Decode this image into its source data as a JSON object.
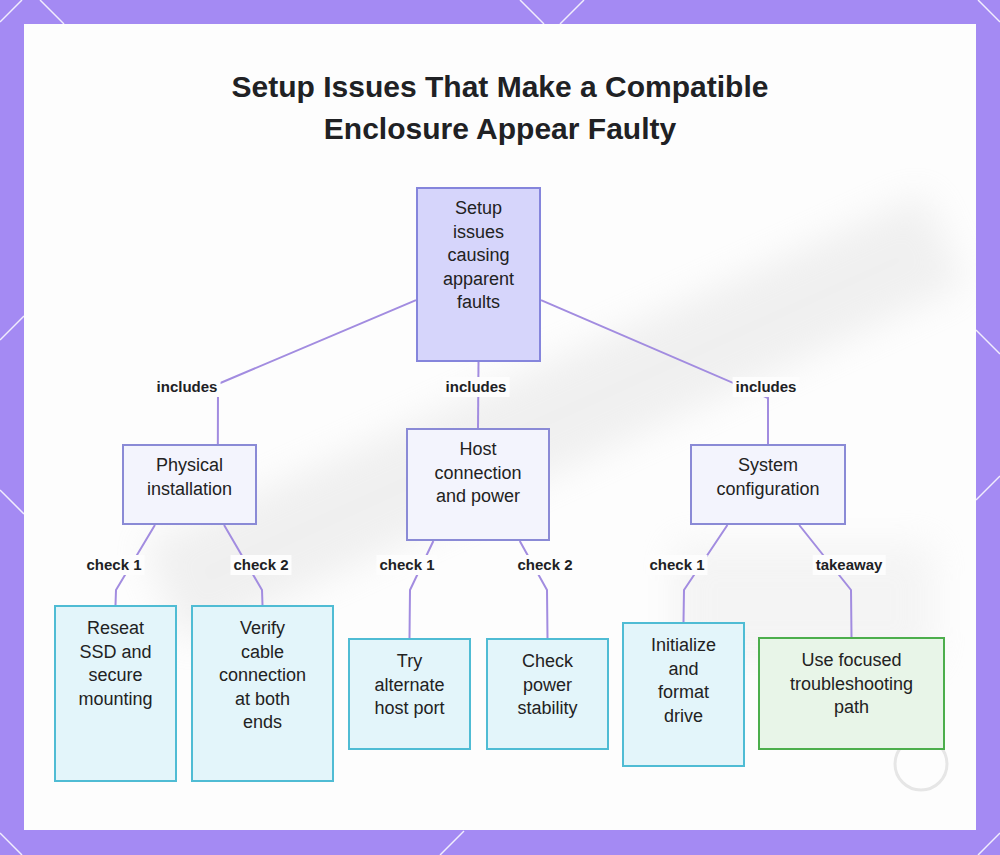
{
  "diagram": {
    "title": "Setup Issues That Make a Compatible Enclosure Appear Faulty",
    "nodes": [
      {
        "text": [
          "Setup issues causing apparent faults"
        ]
      },
      {
        "text": [
          "Physical installation"
        ]
      },
      {
        "text": [
          "Host connection and power"
        ]
      },
      {
        "text": [
          "System configuration"
        ]
      },
      {
        "text": [
          "Reseat SSD and secure mounting"
        ]
      },
      {
        "text": [
          "Verify cable connection at both ends"
        ]
      },
      {
        "text": [
          "Try alternate host port"
        ]
      },
      {
        "text": [
          "Check power stability"
        ]
      },
      {
        "text": [
          "Initialize and format drive"
        ]
      },
      {
        "text": [
          "Use focused troubleshooting path"
        ]
      }
    ],
    "edges": [
      {
        "from": 0,
        "to": 1,
        "label": "includes",
        "arrow": "none"
      },
      {
        "from": 0,
        "to": 2,
        "label": "includes",
        "arrow": "none"
      },
      {
        "from": 0,
        "to": 3,
        "label": "includes",
        "arrow": "none"
      },
      {
        "from": 1,
        "to": 4,
        "label": "check 1",
        "arrow": "none"
      },
      {
        "from": 1,
        "to": 5,
        "label": "check 2",
        "arrow": "none"
      },
      {
        "from": 2,
        "to": 6,
        "label": "check 1",
        "arrow": "none"
      },
      {
        "from": 2,
        "to": 7,
        "label": "check 2",
        "arrow": "none"
      },
      {
        "from": 3,
        "to": 8,
        "label": "check 1",
        "arrow": "none"
      },
      {
        "from": 3,
        "to": 9,
        "label": "takeaway",
        "arrow": "none"
      }
    ]
  }
}
